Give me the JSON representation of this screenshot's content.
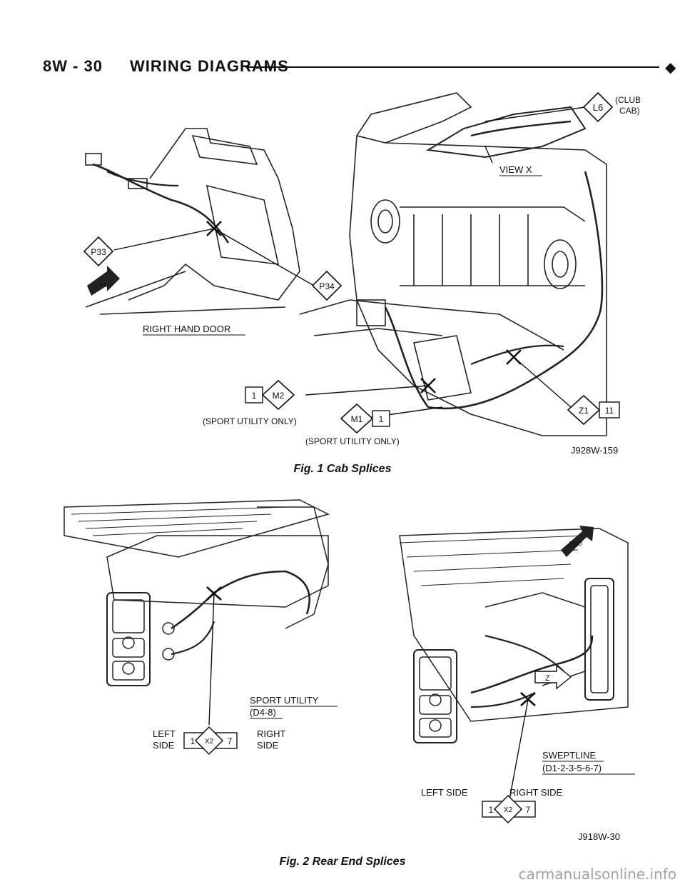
{
  "header": {
    "section": "8W - 30",
    "title": "WIRING DIAGRAMS",
    "marker": "◆"
  },
  "fig1": {
    "caption": "Fig. 1 Cab Splices",
    "labels": {
      "l6": "L6",
      "club_cab": "(CLUB",
      "club_cab2": "CAB)",
      "view_x": "VIEW X",
      "p33": "P33",
      "p34": "P34",
      "right_hand_door": "RIGHT HAND DOOR",
      "m2_num": "1",
      "m2": "M2",
      "sport_utility_only_1": "(SPORT UTILITY ONLY)",
      "m1": "M1",
      "m1_num": "1",
      "sport_utility_only_2": "(SPORT UTILITY ONLY)",
      "z1": "Z1",
      "z1_num": "11",
      "fwd": "FWD",
      "ref": "J928W-159"
    }
  },
  "fig2": {
    "caption": "Fig. 2 Rear End Splices",
    "labels": {
      "sport_utility": "SPORT UTILITY",
      "sport_utility_code": "(D4-8)",
      "left": "LEFT",
      "side_l": "SIDE",
      "right": "RIGHT",
      "side_r": "SIDE",
      "x2_a_left": "1",
      "x2_a": "X2",
      "x2_a_right": "7",
      "sweptline": "SWEPTLINE",
      "sweptline_code": "(D1-2-3-5-6-7)",
      "left_side": "LEFT SIDE",
      "right_side": "RIGHT SIDE",
      "x2_b_left": "1",
      "x2_b": "X2",
      "x2_b_right": "7",
      "fwd": "FWD",
      "z": "Z",
      "ref": "J918W-30"
    }
  },
  "watermark": "carmanualsonline.info"
}
